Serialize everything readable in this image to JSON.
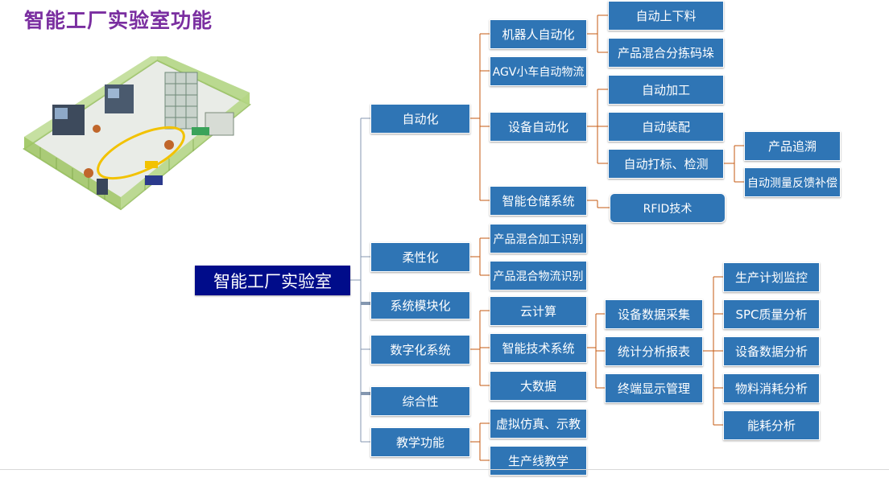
{
  "title": "智能工厂实验室功能",
  "root": "智能工厂实验室",
  "nodes": {
    "automation": "自动化",
    "flexibility": "柔性化",
    "modular": "系统模块化",
    "digital": "数字化系统",
    "comprehensive": "综合性",
    "teaching": "教学功能",
    "robot": "机器人自动化",
    "agv": "AGV小车自动物流",
    "equipment_auto": "设备自动化",
    "warehouse": "智能仓储系统",
    "auto_load": "自动上下料",
    "mixed_sort": "产品混合分拣码垛",
    "auto_process": "自动加工",
    "auto_assembly": "自动装配",
    "auto_mark": "自动打标、检测",
    "trace": "产品追溯",
    "measure_feedback": "自动测量反馈补偿",
    "rfid": "RFID技术",
    "mixed_process_id": "产品混合加工识别",
    "mixed_logistics_id": "产品混合物流识别",
    "cloud": "云计算",
    "smart_tech": "智能技术系统",
    "bigdata": "大数据",
    "data_collect": "设备数据采集",
    "stat_report": "统计分析报表",
    "terminal_display": "终端显示管理",
    "prod_plan": "生产计划监控",
    "spc": "SPC质量分析",
    "equip_analysis": "设备数据分析",
    "material_analysis": "物料消耗分析",
    "energy_analysis": "能耗分析",
    "virtual_sim": "虚拟仿真、示教",
    "line_teaching": "生产线教学"
  },
  "colors": {
    "title": "#7a2ea0",
    "node": "#2f75b5",
    "root": "#000c8a",
    "line_orange": "#c55a11",
    "line_blue": "#2f75b5",
    "line_gray": "#8497b0"
  }
}
